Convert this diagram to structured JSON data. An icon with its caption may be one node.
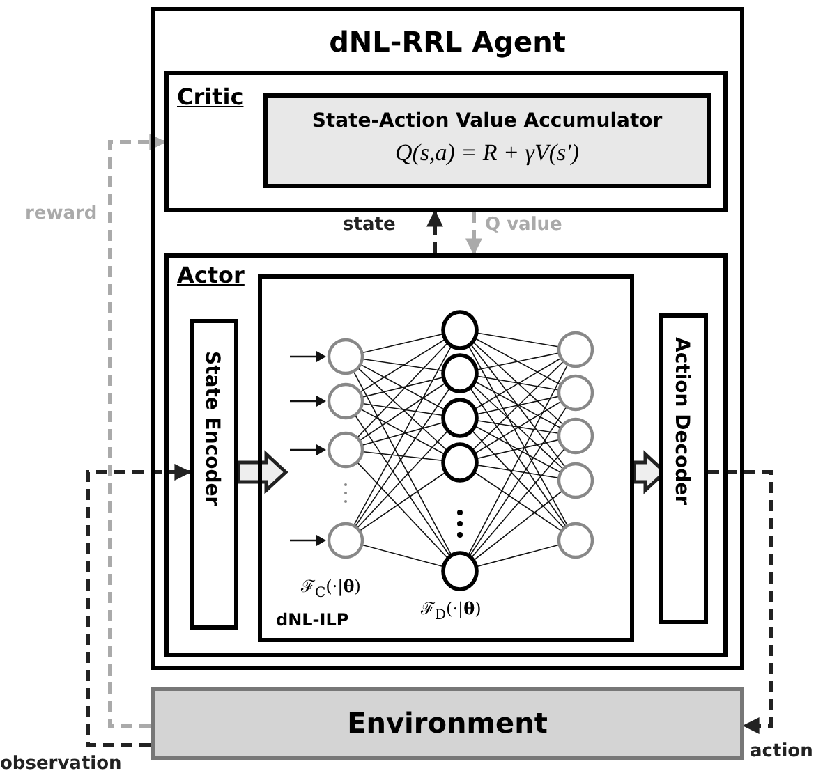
{
  "diagram": {
    "nodes": [
      {
        "text": [
          "dNL-RRL Agent"
        ]
      },
      {
        "text": [
          "Critic"
        ],
        "in": 0
      },
      {
        "text": [
          "State-Action Value Accumulator",
          "Q(s,a) = R + γV(s′)"
        ],
        "in": 1
      },
      {
        "text": [
          "Actor"
        ],
        "in": 0
      },
      {
        "text": [
          "dNL-ILP"
        ],
        "in": 3
      },
      {
        "text": [
          "State Encoder"
        ],
        "in": 3
      },
      {
        "text": [
          "Action Decoder"
        ],
        "in": 3
      },
      {
        "text": [
          "Environment"
        ]
      }
    ],
    "edges": [
      {
        "from": 7,
        "to": 1,
        "arrow": "to",
        "label": "reward",
        "style": "dashed",
        "color": "#aaaaaa"
      },
      {
        "from": 3,
        "to": 1,
        "arrow": "to",
        "label": "state",
        "style": "dashed"
      },
      {
        "from": 1,
        "to": 3,
        "arrow": "to",
        "label": "Q value",
        "style": "dashed",
        "color": "#aaaaaa"
      },
      {
        "from": 7,
        "to": 5,
        "arrow": "to",
        "label": "observation",
        "style": "dashed"
      },
      {
        "from": 6,
        "to": 7,
        "arrow": "to",
        "label": "action",
        "style": "dashed"
      },
      {
        "from": 5,
        "to": 4,
        "arrow": "to",
        "style": "thick"
      },
      {
        "from": 4,
        "to": 6,
        "arrow": "to",
        "style": "thick"
      }
    ],
    "labels": [
      "ℱ$_{C}$(·|**θ**)",
      "ℱ$_{D}$(·|**θ**)"
    ]
  }
}
